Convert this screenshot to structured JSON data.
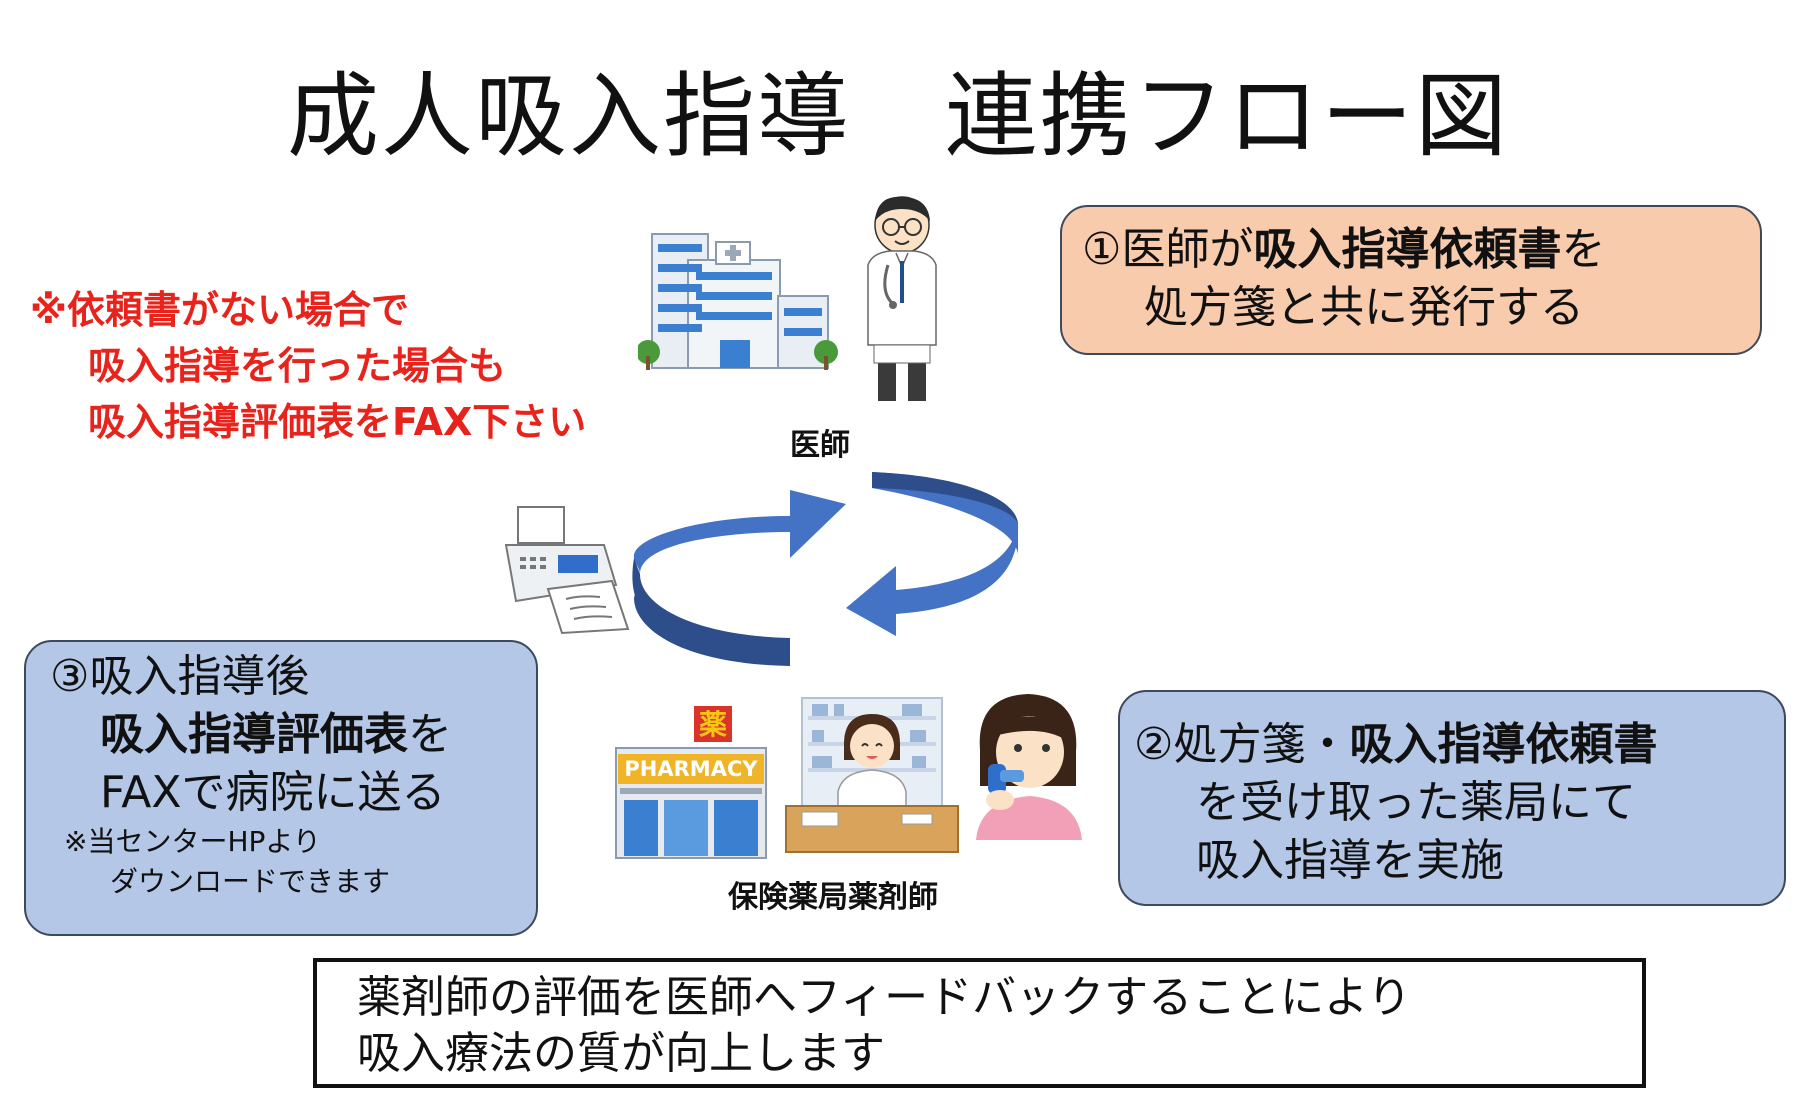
{
  "title": "成人吸入指導　連携フロー図",
  "warning": {
    "line1": "※依頼書がない場合で",
    "line2": "吸入指導を行った場合も",
    "line3": "吸入指導評価表をFAX下さい"
  },
  "step1": {
    "prefix": "①医師が",
    "bold": "吸入指導依頼書",
    "suffix": "を",
    "line2": "処方箋と共に発行する"
  },
  "step2": {
    "prefix": "②処方箋・",
    "bold": "吸入指導依頼書",
    "line2": "を受け取った薬局にて",
    "line3": "吸入指導を実施"
  },
  "step3": {
    "line1": "③吸入指導後",
    "bold": "吸入指導評価表",
    "suffix": "を",
    "line3": "FAXで病院に送る",
    "note1": "※当センターHPより",
    "note2": "ダウンロードできます"
  },
  "labels": {
    "doctor": "医師",
    "pharmacist": "保険薬局薬剤師",
    "pharmacy_sign": "PHARMACY",
    "kusuri_sign": "薬"
  },
  "bottom": {
    "line1": "薬剤師の評価を医師へフィードバックすることにより",
    "line2": "吸入療法の質が向上します"
  },
  "colors": {
    "warning": "#e8231b",
    "step1_bg": "#f8cbad",
    "step_bg": "#b4c7e7",
    "arrow": "#4472c4"
  },
  "icons": [
    "hospital-icon",
    "doctor-icon",
    "fax-icon",
    "pharmacy-icon",
    "pharmacist-icon",
    "patient-inhaler-icon"
  ]
}
